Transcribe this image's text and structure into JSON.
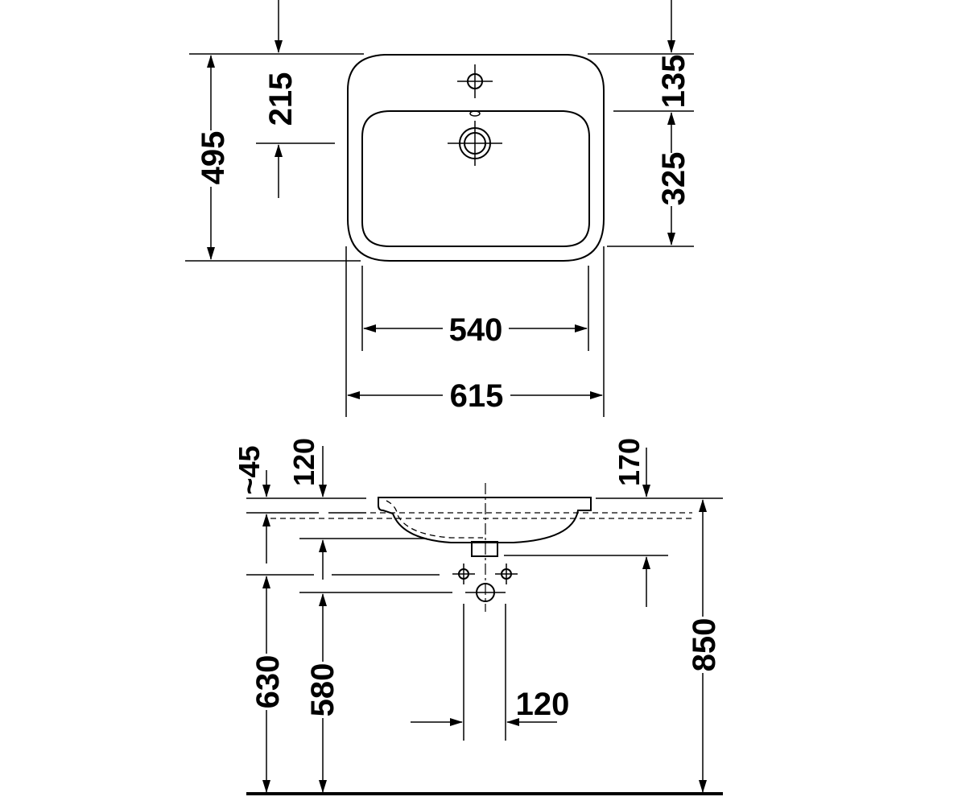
{
  "top_view": {
    "dimensions": {
      "total_depth": "495",
      "tap_hole_offset": "215",
      "rear_rim": "135",
      "bowl_depth": "325",
      "bowl_width": "540",
      "total_width": "615"
    }
  },
  "side_view": {
    "dimensions": {
      "rim_thickness": "~45",
      "overflow_height": "120",
      "drain_depth": "170",
      "outlet_height": "630",
      "supply_height": "580",
      "supply_spacing": "120",
      "mounting_height": "850"
    }
  }
}
